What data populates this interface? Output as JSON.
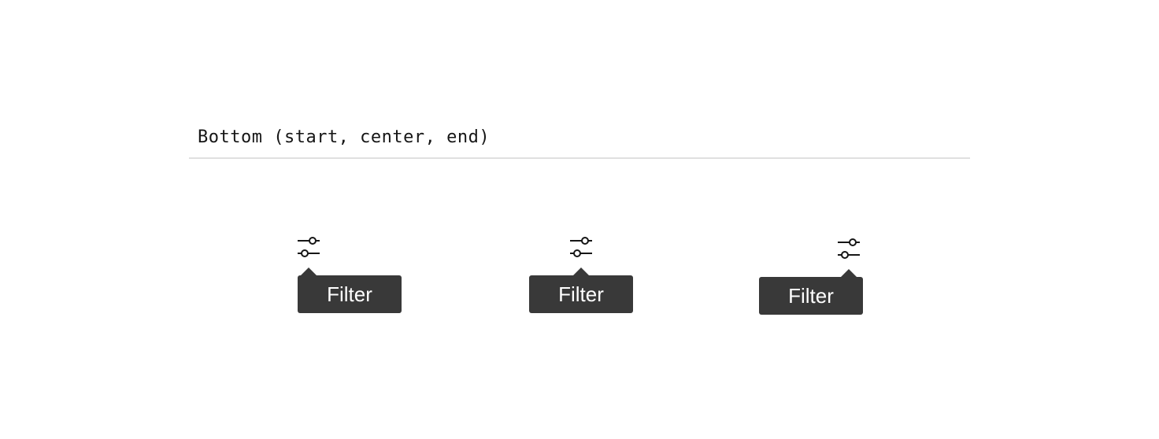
{
  "section": {
    "title": "Bottom (start, center, end)"
  },
  "examples": [
    {
      "alignment": "start",
      "icon": "filter-icon",
      "tooltip": "Filter"
    },
    {
      "alignment": "center",
      "icon": "filter-icon",
      "tooltip": "Filter"
    },
    {
      "alignment": "end",
      "icon": "filter-icon",
      "tooltip": "Filter"
    }
  ],
  "colors": {
    "tooltip_background": "#393939",
    "tooltip_text": "#ffffff",
    "divider": "#e0e0e0",
    "title_text": "#161616",
    "icon": "#161616"
  }
}
